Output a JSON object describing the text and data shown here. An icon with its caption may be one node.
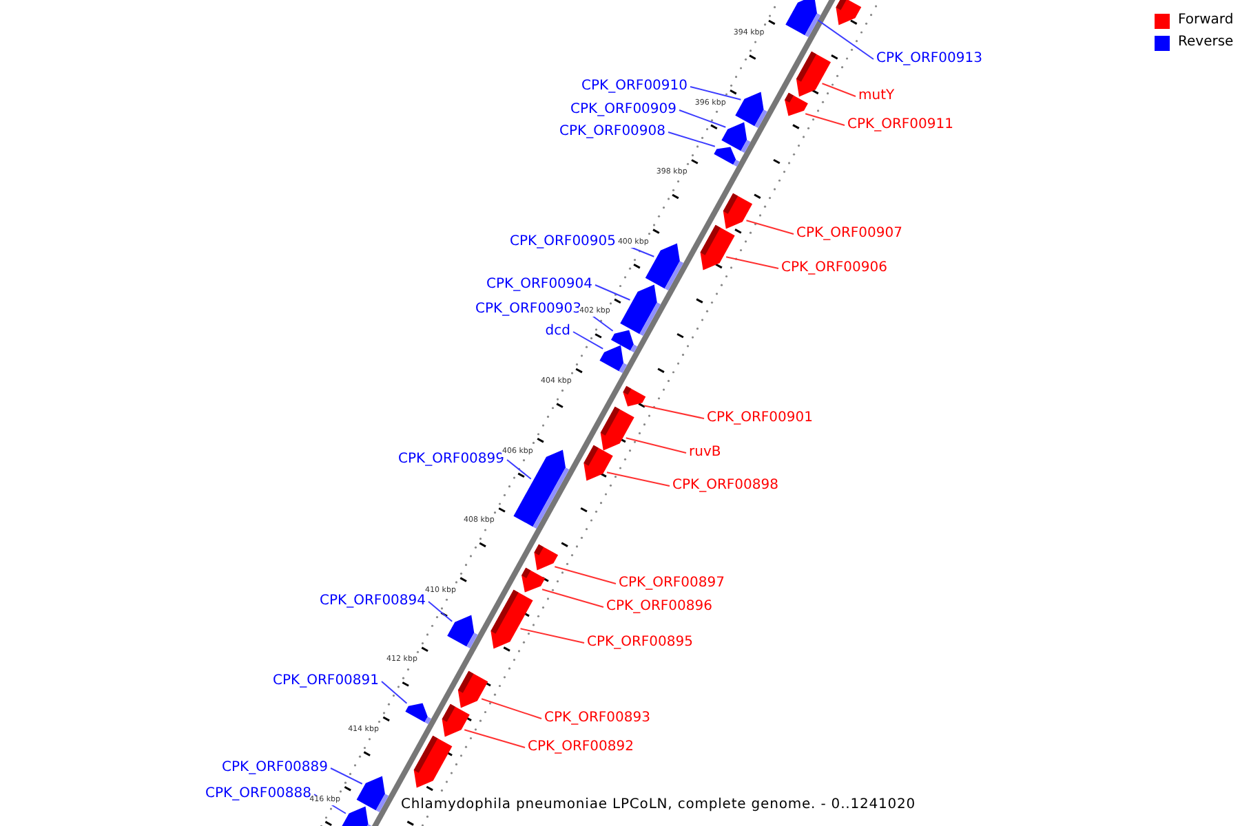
{
  "diagram": {
    "caption": "Chlamydophila pneumoniae LPCoLN, complete genome. - 0..1241020",
    "nodes": [
      {
        "text": [],
        "shape": "bar"
      },
      {
        "text": [
          "CPK_ORF00913"
        ]
      },
      {
        "text": [],
        "shape": "bar"
      },
      {
        "text": [
          "mutY"
        ]
      },
      {
        "text": [],
        "shape": "bar"
      },
      {
        "text": [
          "CPK_ORF00911"
        ]
      },
      {
        "text": [],
        "shape": "bar"
      },
      {
        "text": [
          "CPK_ORF00910"
        ]
      },
      {
        "text": [],
        "shape": "bar"
      },
      {
        "text": [
          "CPK_ORF00909"
        ]
      },
      {
        "text": [],
        "shape": "bar"
      },
      {
        "text": [
          "CPK_ORF00908"
        ]
      },
      {
        "text": [],
        "shape": "bar"
      },
      {
        "text": [
          "CPK_ORF00907"
        ]
      },
      {
        "text": [],
        "shape": "bar"
      },
      {
        "text": [
          "CPK_ORF00906"
        ]
      },
      {
        "text": [],
        "shape": "bar"
      },
      {
        "text": [
          "CPK_ORF00905"
        ]
      },
      {
        "text": [],
        "shape": "bar"
      },
      {
        "text": [
          "CPK_ORF00904"
        ]
      },
      {
        "text": [],
        "shape": "bar"
      },
      {
        "text": [
          "CPK_ORF00903"
        ]
      },
      {
        "text": [],
        "shape": "bar"
      },
      {
        "text": [
          "dcd"
        ]
      },
      {
        "text": [],
        "shape": "bar"
      },
      {
        "text": [
          "CPK_ORF00901"
        ]
      },
      {
        "text": [],
        "shape": "bar"
      },
      {
        "text": [
          "ruvB"
        ]
      },
      {
        "text": [],
        "shape": "bar"
      },
      {
        "text": [
          "CPK_ORF00898"
        ]
      },
      {
        "text": [],
        "shape": "bar"
      },
      {
        "text": [
          "CPK_ORF00899"
        ]
      },
      {
        "text": [],
        "shape": "bar"
      },
      {
        "text": [
          "CPK_ORF00897"
        ]
      },
      {
        "text": [],
        "shape": "bar"
      },
      {
        "text": [
          "CPK_ORF00896"
        ]
      },
      {
        "text": [],
        "shape": "bar"
      },
      {
        "text": [
          "CPK_ORF00895"
        ]
      },
      {
        "text": [],
        "shape": "bar"
      },
      {
        "text": [
          "CPK_ORF00894"
        ]
      },
      {
        "text": [],
        "shape": "bar"
      },
      {
        "text": [
          "CPK_ORF00893"
        ]
      },
      {
        "text": [],
        "shape": "bar"
      },
      {
        "text": [
          "CPK_ORF00892"
        ]
      },
      {
        "text": [],
        "shape": "bar"
      },
      {
        "text": [
          "CPK_ORF00891"
        ]
      },
      {
        "text": [],
        "shape": "bar"
      },
      {
        "text": [],
        "shape": "bar"
      },
      {
        "text": [
          "CPK_ORF00889"
        ]
      },
      {
        "text": [],
        "shape": "bar"
      },
      {
        "text": [
          "CPK_ORF00888"
        ]
      },
      {
        "text": [],
        "shape": "bar"
      }
    ],
    "edges": [
      {
        "from": 1,
        "to": 2,
        "arrow": "none",
        "color": "#3c3cff"
      },
      {
        "from": 3,
        "to": 4,
        "arrow": "none",
        "color": "#ff3030"
      },
      {
        "from": 5,
        "to": 6,
        "arrow": "none",
        "color": "#ff3030"
      },
      {
        "from": 7,
        "to": 8,
        "arrow": "none",
        "color": "#3c3cff"
      },
      {
        "from": 9,
        "to": 10,
        "arrow": "none",
        "color": "#3c3cff"
      },
      {
        "from": 11,
        "to": 12,
        "arrow": "none",
        "color": "#3c3cff"
      },
      {
        "from": 13,
        "to": 14,
        "arrow": "none",
        "color": "#ff3030"
      },
      {
        "from": 15,
        "to": 16,
        "arrow": "none",
        "color": "#ff3030"
      },
      {
        "from": 17,
        "to": 18,
        "arrow": "none",
        "color": "#3c3cff"
      },
      {
        "from": 19,
        "to": 20,
        "arrow": "none",
        "color": "#3c3cff"
      },
      {
        "from": 21,
        "to": 22,
        "arrow": "none",
        "color": "#3c3cff"
      },
      {
        "from": 23,
        "to": 24,
        "arrow": "none",
        "color": "#3c3cff"
      },
      {
        "from": 25,
        "to": 26,
        "arrow": "none",
        "color": "#ff3030"
      },
      {
        "from": 27,
        "to": 28,
        "arrow": "none",
        "color": "#ff3030"
      },
      {
        "from": 29,
        "to": 30,
        "arrow": "none",
        "color": "#ff3030"
      },
      {
        "from": 31,
        "to": 32,
        "arrow": "none",
        "color": "#3c3cff"
      },
      {
        "from": 33,
        "to": 34,
        "arrow": "none",
        "color": "#ff3030"
      },
      {
        "from": 35,
        "to": 36,
        "arrow": "none",
        "color": "#ff3030"
      },
      {
        "from": 37,
        "to": 38,
        "arrow": "none",
        "color": "#ff3030"
      },
      {
        "from": 39,
        "to": 40,
        "arrow": "none",
        "color": "#3c3cff"
      },
      {
        "from": 41,
        "to": 42,
        "arrow": "none",
        "color": "#ff3030"
      },
      {
        "from": 43,
        "to": 44,
        "arrow": "none",
        "color": "#ff3030"
      },
      {
        "from": 45,
        "to": 46,
        "arrow": "none",
        "color": "#3c3cff"
      },
      {
        "from": 48,
        "to": 49,
        "arrow": "none",
        "color": "#3c3cff"
      },
      {
        "from": 50,
        "to": 51,
        "arrow": "none",
        "color": "#3c3cff"
      }
    ],
    "labels": [
      "394 kbp",
      "396 kbp",
      "398 kbp",
      "400 kbp",
      "402 kbp",
      "404 kbp",
      "406 kbp",
      "408 kbp",
      "410 kbp",
      "412 kbp",
      "414 kbp",
      "416 kbp"
    ],
    "legend": [
      {
        "text": "Forward",
        "color": "#ff0000"
      },
      {
        "text": "Reverse",
        "color": "#0000ff"
      }
    ]
  }
}
